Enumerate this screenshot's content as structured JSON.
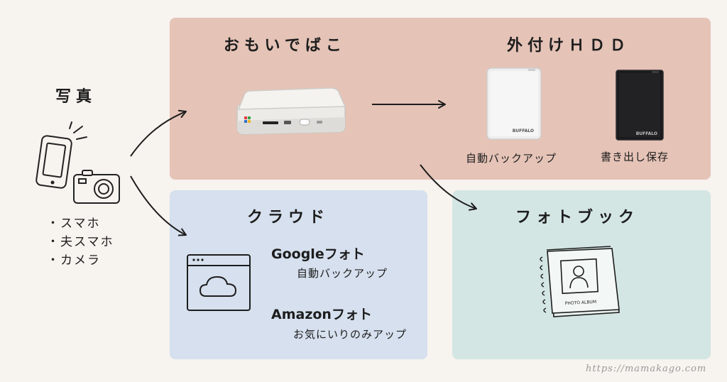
{
  "source": {
    "heading": "写真",
    "devices": [
      "スマホ",
      "夫スマホ",
      "カメラ"
    ]
  },
  "omoide": {
    "heading": "おもいでばこ"
  },
  "hdd": {
    "heading": "外付けＨＤＤ",
    "white_caption": "自動バックアップ",
    "black_caption": "書き出し保存",
    "brand": "BUFFALO"
  },
  "cloud": {
    "heading": "クラウド",
    "google_title": "Googleフォト",
    "google_note": "自動バックアップ",
    "amazon_title": "Amazonフォト",
    "amazon_note": "お気にいりのみアップ"
  },
  "photobook": {
    "heading": "フォトブック",
    "album_label": "PHOTO ALBUM"
  },
  "footer": {
    "url": "https://mamakago.com"
  }
}
